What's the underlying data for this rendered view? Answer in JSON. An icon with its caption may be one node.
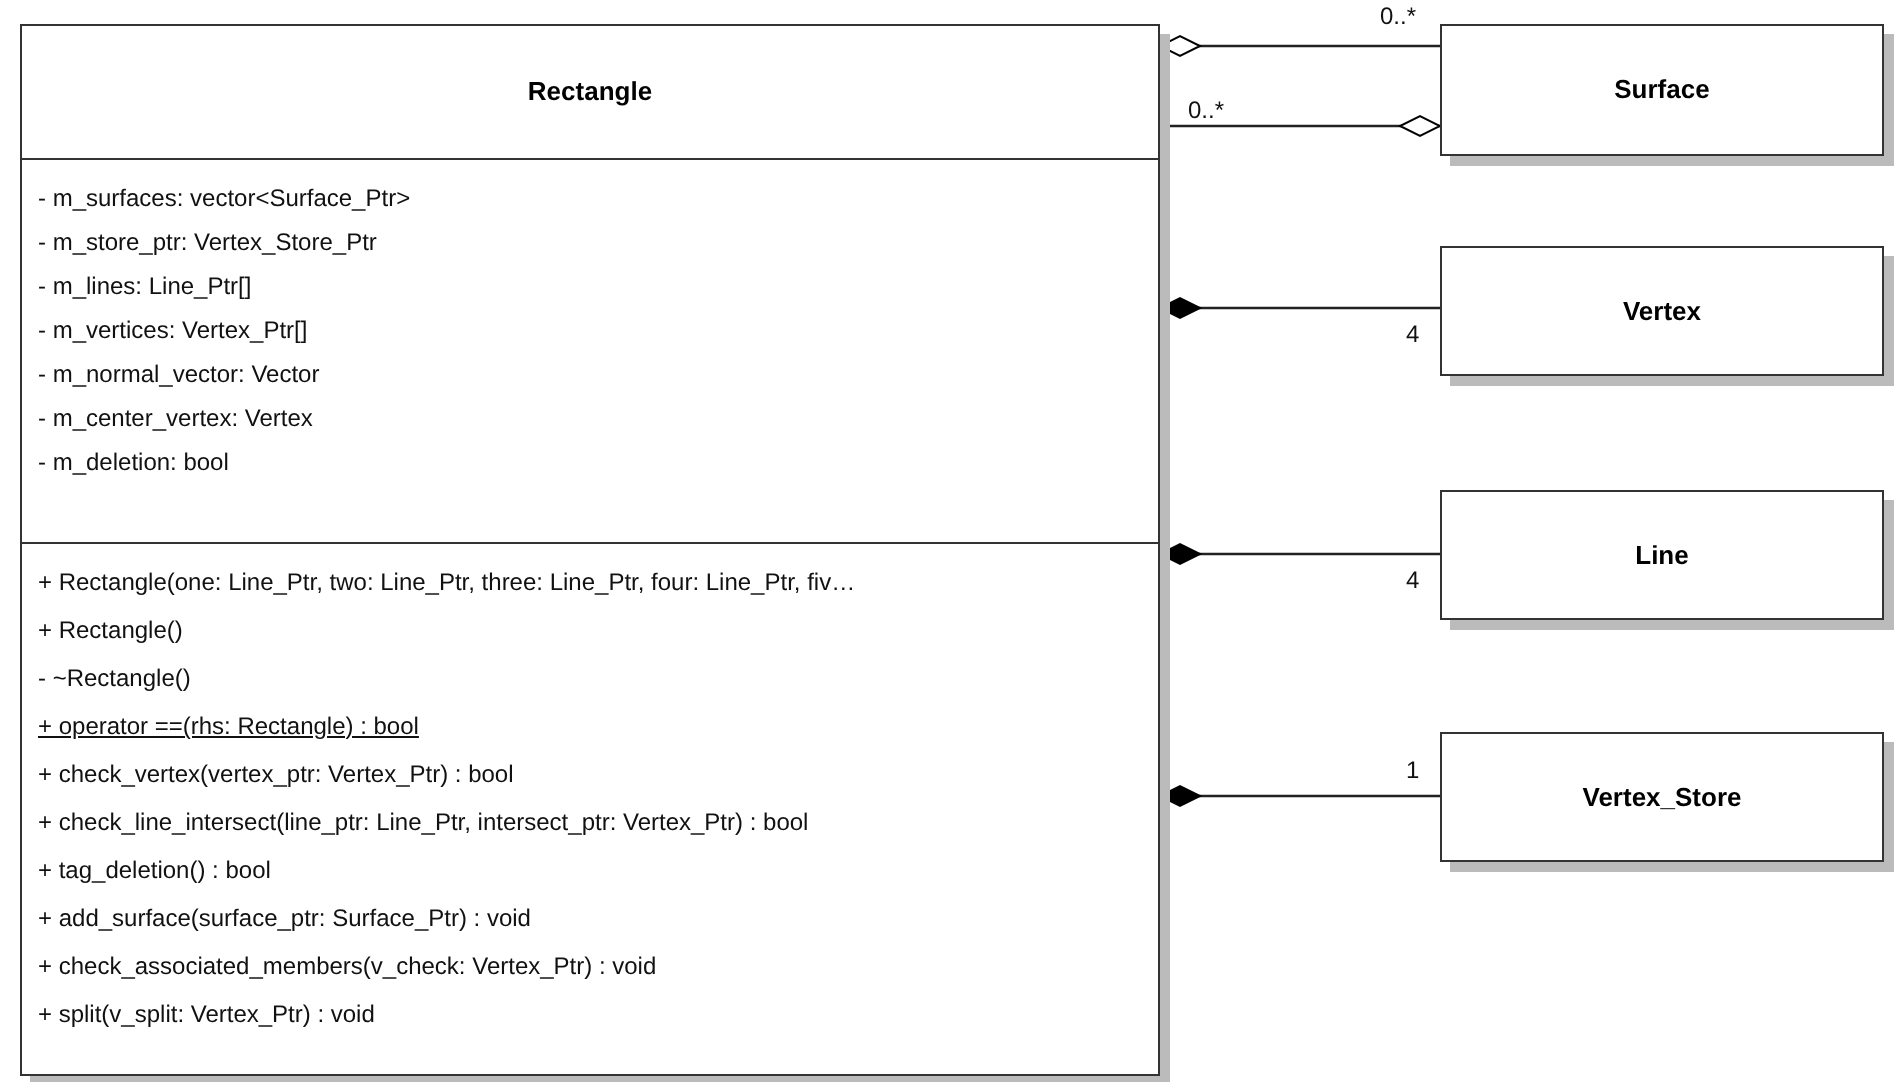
{
  "diagram": {
    "nodes": [
      {
        "text": [
          "Rectangle"
        ]
      },
      {
        "text": [
          "- m_surfaces: vector<Surface_Ptr>",
          "- m_store_ptr: Vertex_Store_Ptr",
          "- m_lines: Line_Ptr[]",
          "- m_vertices: Vertex_Ptr[]",
          "- m_normal_vector: Vector",
          "- m_center_vertex: Vertex",
          "- m_deletion: bool"
        ],
        "in": 0
      },
      {
        "text": [
          "+ Rectangle(one: Line_Ptr, two: Line_Ptr, three: Line_Ptr, four: Line_Ptr, fiv…",
          "+ Rectangle()",
          "- ~Rectangle()",
          "+ operator ==(rhs: Rectangle) : bool",
          "+ check_vertex(vertex_ptr: Vertex_Ptr) : bool",
          "+ check_line_intersect(line_ptr: Line_Ptr, intersect_ptr: Vertex_Ptr) : bool",
          "+ tag_deletion() : bool",
          "+ add_surface(surface_ptr: Surface_Ptr) : void",
          "+ check_associated_members(v_check: Vertex_Ptr) : void",
          "+ split(v_split: Vertex_Ptr) : void"
        ],
        "in": 0
      },
      {
        "text": [
          "Surface"
        ]
      },
      {
        "text": [
          "Vertex"
        ]
      },
      {
        "text": [
          "Line"
        ]
      },
      {
        "text": [
          "Vertex_Store"
        ]
      }
    ],
    "edges": [
      {
        "from": 0,
        "to": 3,
        "arrow": "other",
        "label": "0..*"
      },
      {
        "from": 3,
        "to": 0,
        "arrow": "other",
        "label": "0..*"
      },
      {
        "from": 0,
        "to": 4,
        "arrow": "other",
        "label": "4"
      },
      {
        "from": 0,
        "to": 5,
        "arrow": "other",
        "label": "4"
      },
      {
        "from": 0,
        "to": 6,
        "arrow": "other",
        "label": "1"
      }
    ]
  }
}
